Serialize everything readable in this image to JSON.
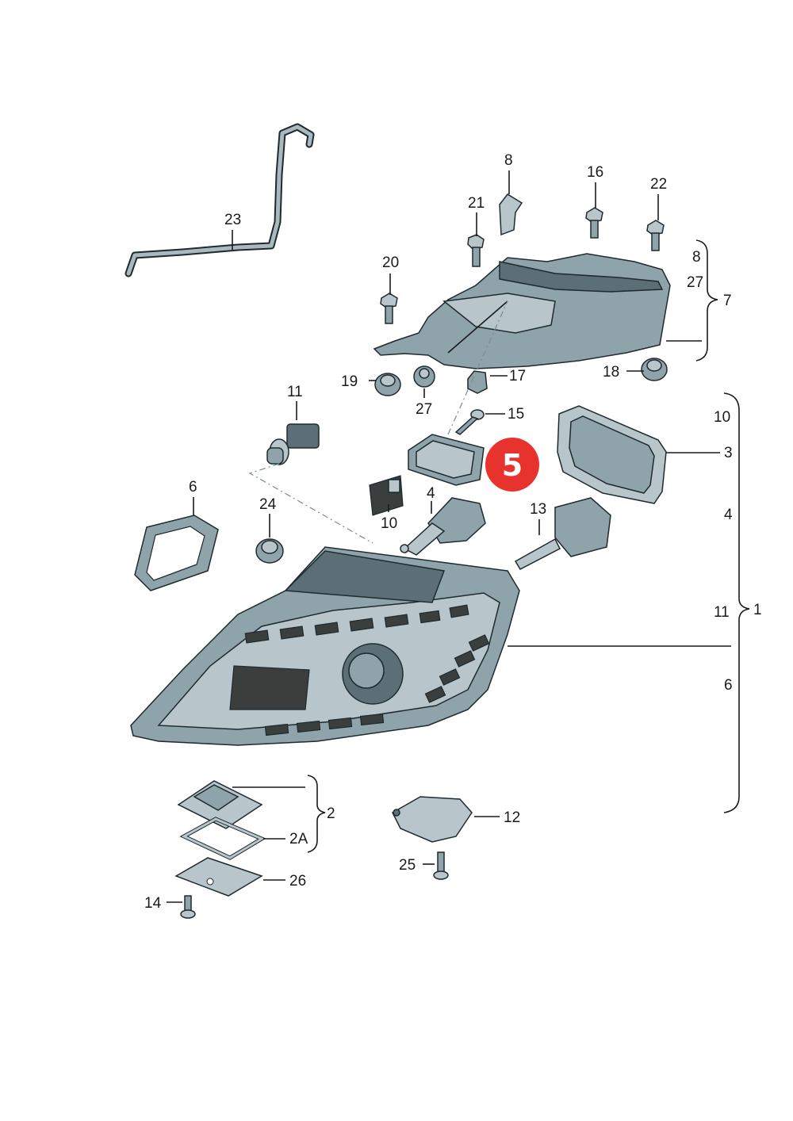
{
  "highlight": {
    "label": "5",
    "color": "#e8322e"
  },
  "labels": {
    "p23": "23",
    "p8a": "8",
    "p21": "21",
    "p16": "16",
    "p22": "22",
    "p20": "20",
    "p8b": "8",
    "p27a": "27",
    "p7": "7",
    "p19": "19",
    "p27b": "27",
    "p17": "17",
    "p18": "18",
    "p11a": "11",
    "p15": "15",
    "p10a": "10",
    "p3": "3",
    "p6a": "6",
    "p24": "24",
    "p10b": "10",
    "p4a": "4",
    "p13": "13",
    "p4b": "4",
    "p11b": "11",
    "p1": "1",
    "p6b": "6",
    "p2": "2",
    "p2A": "2A",
    "p26": "26",
    "p14": "14",
    "p12": "12",
    "p25": "25"
  }
}
